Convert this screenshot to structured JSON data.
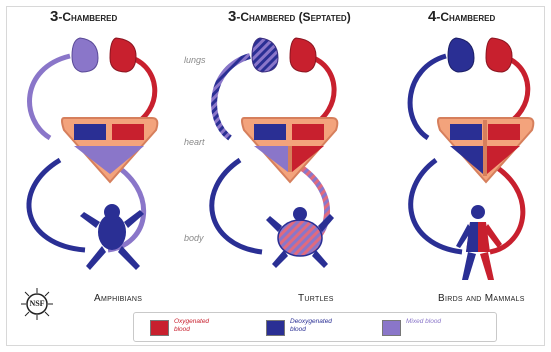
{
  "columns": [
    {
      "title_num": "3",
      "title_rest": "-Chambered",
      "caption": "Amphibians"
    },
    {
      "title_num": "3",
      "title_rest": "-Chambered (Septated)",
      "caption": "Turtles"
    },
    {
      "title_num": "4",
      "title_rest": "-Chambered",
      "caption": "Birds and Mammals"
    }
  ],
  "row_labels": {
    "lungs": "lungs",
    "heart": "heart",
    "body": "body"
  },
  "legend": [
    {
      "label": "Oxygenated blood",
      "color": "#c8202e"
    },
    {
      "label": "Deoxygenated blood",
      "color": "#2a2f94"
    },
    {
      "label": "Mixed blood",
      "color": "#8a76c9"
    }
  ],
  "logo_text": "NSF",
  "colors": {
    "oxygenated": "#c8202e",
    "deoxygenated": "#2a2f94",
    "mixed": "#8a76c9",
    "heart_outline": "#f3a37c"
  }
}
